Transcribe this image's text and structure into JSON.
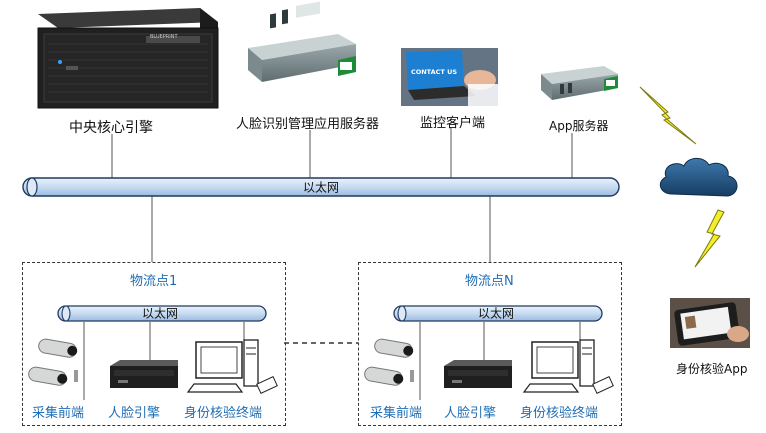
{
  "devices": {
    "central_engine": "中央核心引擎",
    "face_server": "人脸识别管理应用服务器",
    "monitor_client": "监控客户端",
    "app_server": "App服务器",
    "id_app": "身份核验App"
  },
  "networks": {
    "main": "以太网",
    "site1": "以太网",
    "siten": "以太网"
  },
  "sites": [
    {
      "title": "物流点1",
      "devices": [
        "采集前端",
        "人脸引擎",
        "身份核验终端"
      ]
    },
    {
      "title": "物流点N",
      "devices": [
        "采集前端",
        "人脸引擎",
        "身份核验终端"
      ]
    }
  ],
  "screen_text": {
    "contact": "CONTACT US",
    "engine_brand": "BLUEPRINT"
  },
  "colors": {
    "pipe_fill": "#cfe0f3",
    "pipe_stroke": "#1e3a5f",
    "label_blue": "#1f6db5",
    "lightning": "#f2ee2a",
    "cloud": "#1f4f7a"
  }
}
